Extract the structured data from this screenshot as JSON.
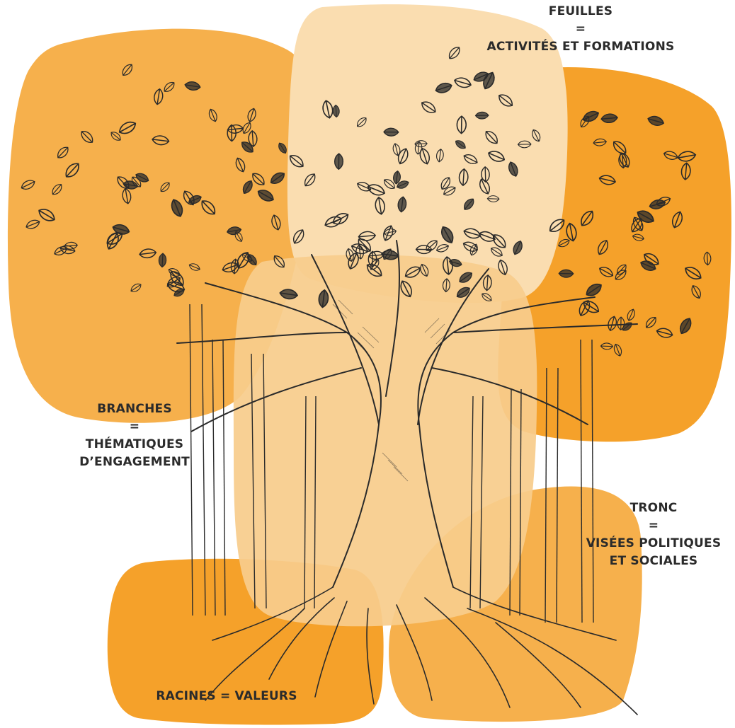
{
  "diagram": {
    "colors": {
      "blob_orange_dark": "#F5A12A",
      "blob_orange_mid": "#F6B04C",
      "blob_cream": "#FADDB0",
      "blob_cream_trunk": "#F8CC8C",
      "ink": "#2a2a2a",
      "label_text": "#2b2b2b"
    },
    "labels": {
      "leaves": {
        "part": "FEUILLES",
        "equals": "=",
        "meaning": "ACTIVITÉS ET FORMATIONS"
      },
      "branches": {
        "part": "BRANCHES",
        "equals": "=",
        "meaning_line1": "THÉMATIQUES",
        "meaning_line2": "D’ENGAGEMENT"
      },
      "trunk": {
        "part": "TRONC",
        "equals": "=",
        "meaning_line1": "VISÉES POLITIQUES",
        "meaning_line2": "ET SOCIALES"
      },
      "roots": {
        "text": "RACINES = VALEURS"
      }
    }
  }
}
